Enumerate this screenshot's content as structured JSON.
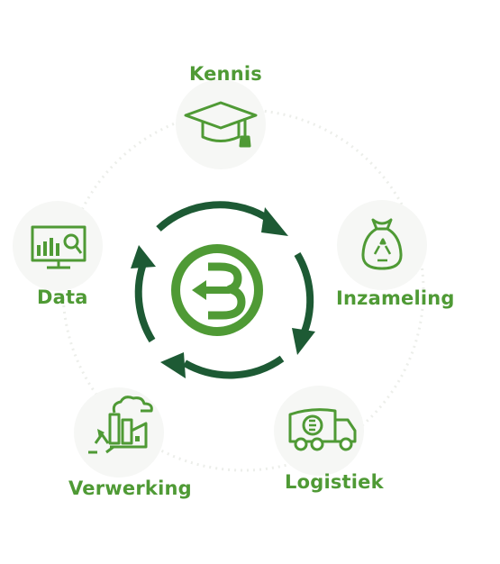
{
  "colors": {
    "primary_green": "#4f9a35",
    "dark_green": "#1d5a34",
    "halo": "#f7f8f6",
    "ring": "#eceeea"
  },
  "center": {
    "logo_letter": "B",
    "icon": "circular-arrows-icon"
  },
  "nodes": [
    {
      "label": "Kennis",
      "icon": "graduation-cap-icon"
    },
    {
      "label": "Inzameling",
      "icon": "recycling-bag-icon"
    },
    {
      "label": "Logistiek",
      "icon": "garbage-truck-icon"
    },
    {
      "label": "Verwerking",
      "icon": "factory-recycling-icon"
    },
    {
      "label": "Data",
      "icon": "monitor-chart-icon"
    }
  ]
}
